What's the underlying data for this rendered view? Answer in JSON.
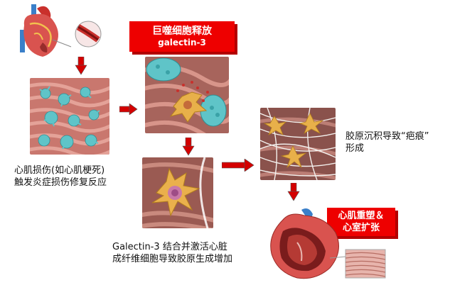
{
  "labels": {
    "macrophage_title": "巨噬细胞释放",
    "macrophage_sub": "galectin-3",
    "remodel_line1": "心肌重塑＆",
    "remodel_line2": "心室扩张"
  },
  "captions": {
    "injury_line1": "心肌损伤(如心肌梗死)",
    "injury_line2": "触发炎症损伤修复反应",
    "galectin_line1": "Galectin-3 结合并激活心脏",
    "galectin_line2": "成纤维细胞导致胶原生成增加",
    "scar_line1": "胶原沉积导致“疤痕”",
    "scar_line2": "形成"
  },
  "colors": {
    "accent_red": "#ee0000",
    "arrow_red": "#d40000",
    "tissue_pink": "#d98a80",
    "macrophage_teal": "#5fc4c8",
    "fibroblast_gold": "#e8b04a"
  }
}
